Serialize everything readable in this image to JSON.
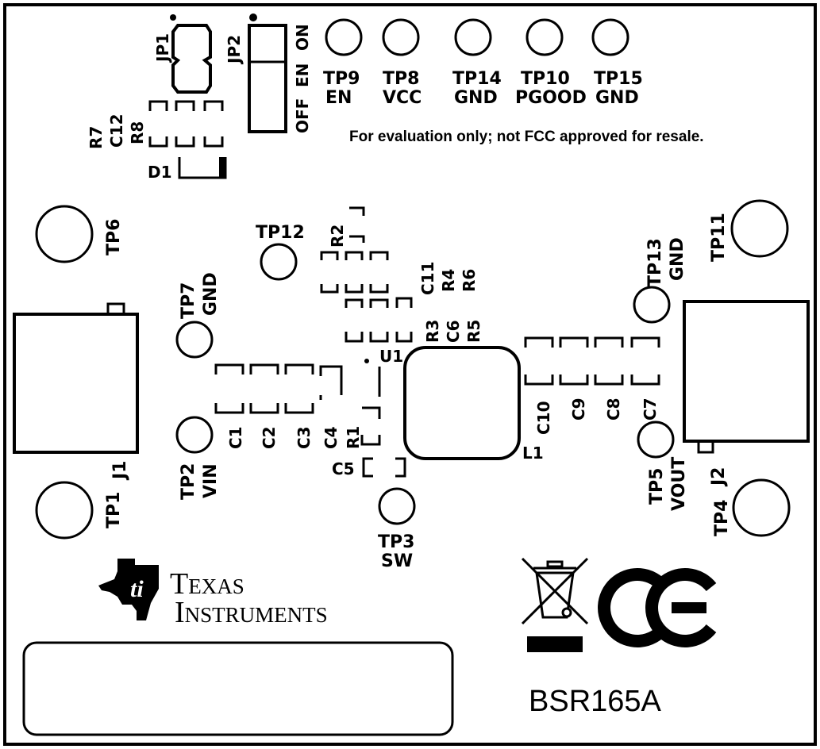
{
  "board": {
    "notice": "For evaluation only; not FCC approved for resale.",
    "model": "BSR165A",
    "logo": {
      "line1": "Texas",
      "line2": "Instruments",
      "icon": "ti-logo-icon"
    },
    "marks": [
      "weee-crossed-bin-icon",
      "ce-mark-icon"
    ]
  },
  "jumpers": {
    "jp1": "JP1",
    "jp2": "JP2",
    "jp2_positions": {
      "on": "ON",
      "en": "EN",
      "off": "OFF"
    }
  },
  "testpoints": {
    "tp9": {
      "name": "TP9",
      "signal": "EN"
    },
    "tp8": {
      "name": "TP8",
      "signal": "VCC"
    },
    "tp14": {
      "name": "TP14",
      "signal": "GND"
    },
    "tp10": {
      "name": "TP10",
      "signal": "PGOOD"
    },
    "tp15": {
      "name": "TP15",
      "signal": "GND"
    },
    "tp6": {
      "name": "TP6"
    },
    "tp12": {
      "name": "TP12"
    },
    "tp11": {
      "name": "TP11"
    },
    "tp13": {
      "name": "TP13",
      "signal": "GND"
    },
    "tp7": {
      "name": "TP7",
      "signal": "GND"
    },
    "tp2": {
      "name": "TP2",
      "signal": "VIN"
    },
    "tp1": {
      "name": "TP1"
    },
    "tp3": {
      "name": "TP3",
      "signal": "SW"
    },
    "tp5": {
      "name": "TP5",
      "signal": "VOUT"
    },
    "tp4": {
      "name": "TP4"
    }
  },
  "components": {
    "r7": "R7",
    "c12": "C12",
    "r8": "R8",
    "d1": "D1",
    "r2": "R2",
    "c11": "C11",
    "r4": "R4",
    "r6": "R6",
    "r3": "R3",
    "c6": "C6",
    "r5": "R5",
    "u1": "U1",
    "c1": "C1",
    "c2": "C2",
    "c3": "C3",
    "c4": "C4",
    "r1": "R1",
    "c5": "C5",
    "l1": "L1",
    "c10": "C10",
    "c9": "C9",
    "c8": "C8",
    "c7": "C7",
    "j1": "J1",
    "j2": "J2"
  }
}
